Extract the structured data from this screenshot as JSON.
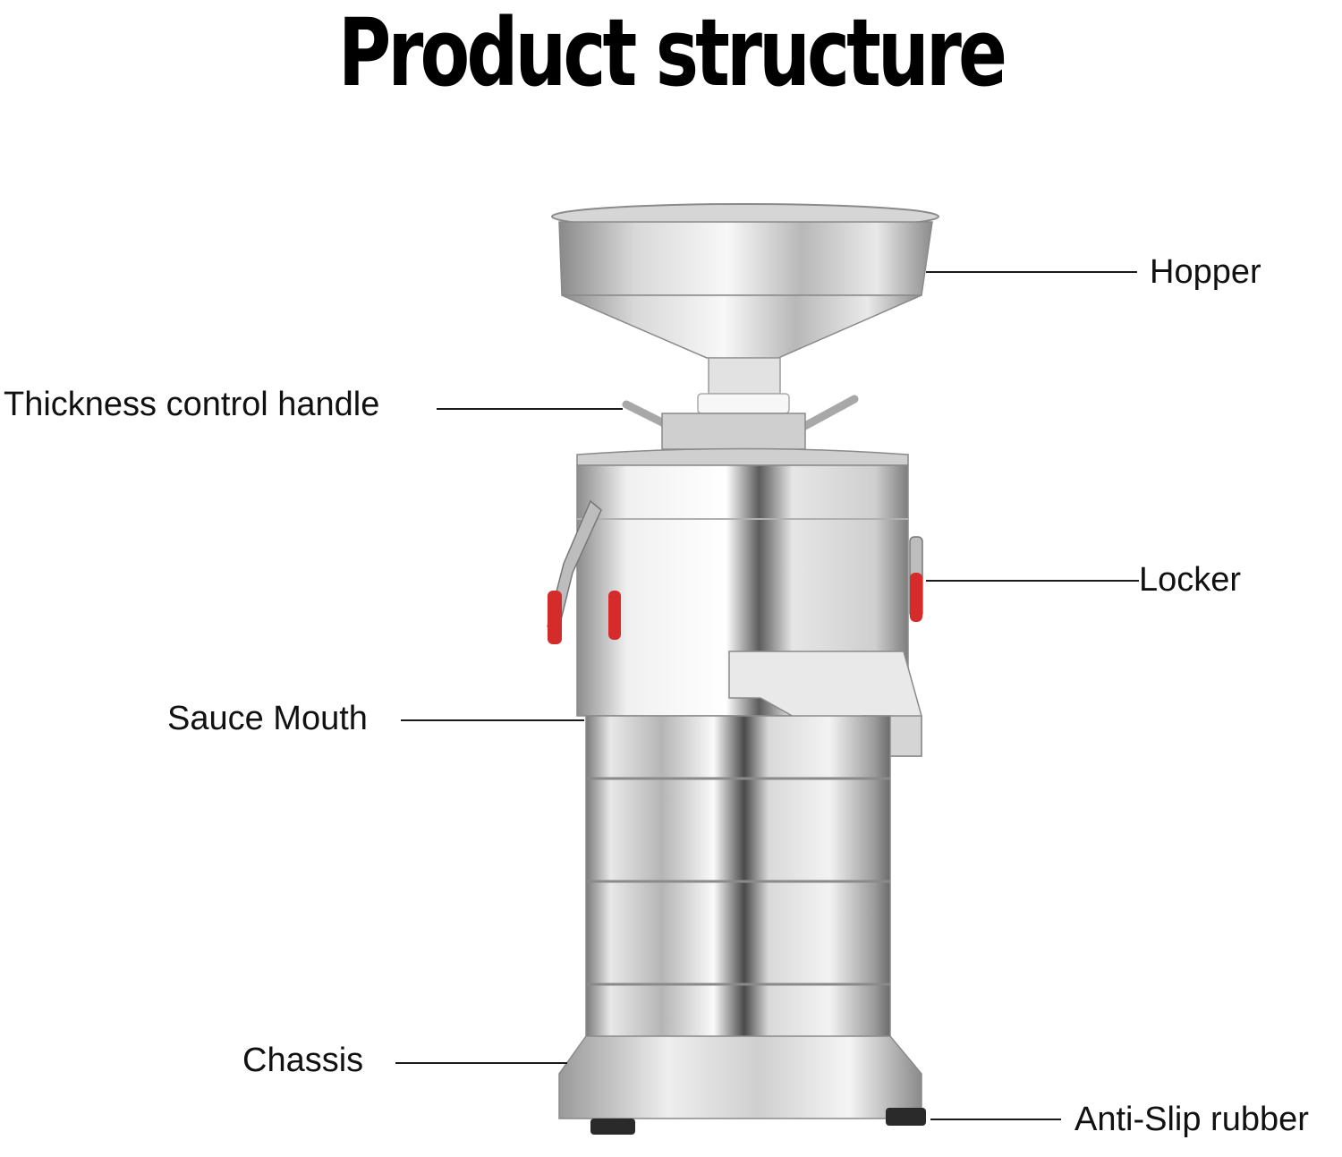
{
  "title": "Product structure",
  "parts": {
    "hopper": "Hopper",
    "thickness_handle": "Thickness control handle",
    "locker": "Locker",
    "sauce_mouth": "Sauce Mouth",
    "chassis": "Chassis",
    "anti_slip": "Anti-Slip rubber"
  },
  "colors": {
    "steel_light": "#f2f2f2",
    "steel_mid": "#c9c9c9",
    "steel_dark": "#6e6e6e",
    "locker_red": "#d52b2b",
    "rubber": "#2a2a2a"
  }
}
